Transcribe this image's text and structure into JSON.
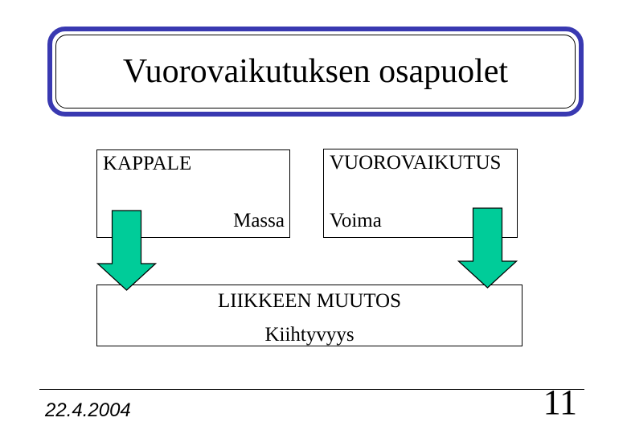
{
  "slide": {
    "title": "Vuorovaikutuksen osapuolet",
    "diagram": {
      "left_box": {
        "label": "KAPPALE",
        "sublabel": "Massa"
      },
      "right_box": {
        "label": "VUOROVAIKUTUS",
        "sublabel": "Voima"
      },
      "result_box": {
        "label": "LIIKKEEN MUUTOS",
        "sublabel": "Kiihtyvyys"
      },
      "arrows": {
        "direction": "down",
        "count": 2
      }
    },
    "footer": {
      "date": "22.4.2004",
      "page_number": "11"
    },
    "colors": {
      "title_border": "#3939B1",
      "arrow_fill": "#00CC99",
      "arrow_outline": "#000000",
      "box_border": "#000000",
      "background": "#FFFFFF",
      "text": "#000000"
    }
  }
}
